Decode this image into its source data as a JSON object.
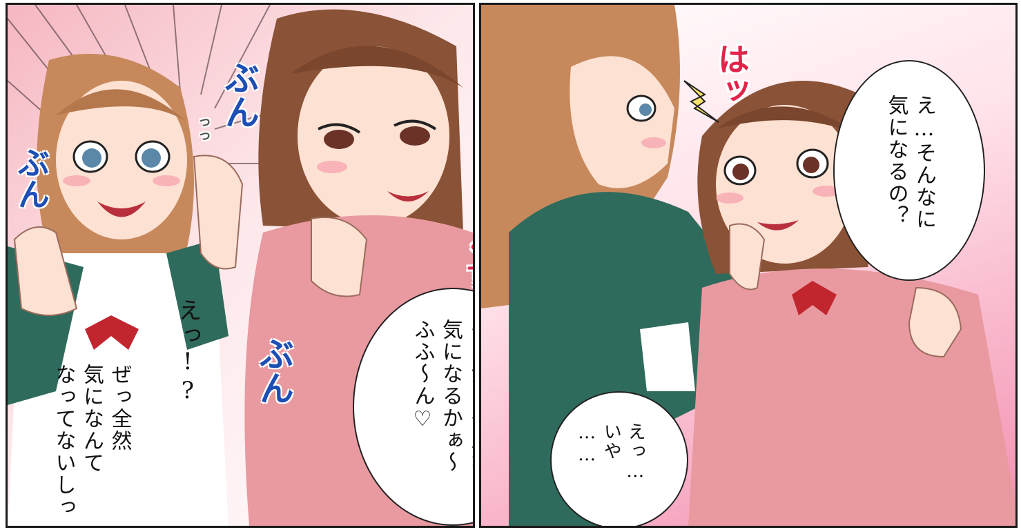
{
  "panels": {
    "left": {
      "sfx": {
        "bun_top": "ぶん",
        "small_tsu": "っっ",
        "bun_left": "ぶん",
        "bun_bottom": "ぶん",
        "kusu": "くす",
        "heart": "♥"
      },
      "dialogue": {
        "surprised": "えっ!?",
        "denial": "ぜっ全然\n気になんて\nなってないしっ",
        "teasing": "そおか～そんなに\n気になるかぁ～\nふふ～ん♡"
      }
    },
    "right": {
      "sfx": {
        "ha": "はッ"
      },
      "dialogue": {
        "question": "え…そんなに\n気になるの？",
        "hesitate": "えっ…\nいや\n……"
      }
    }
  },
  "colors": {
    "sfx_blue": "#1e4fb5",
    "sfx_red": "#e2244a",
    "cardigan_pink": "#e89aa0",
    "blazer_green": "#2f6b5c",
    "hair_brown": "#a86a45"
  }
}
